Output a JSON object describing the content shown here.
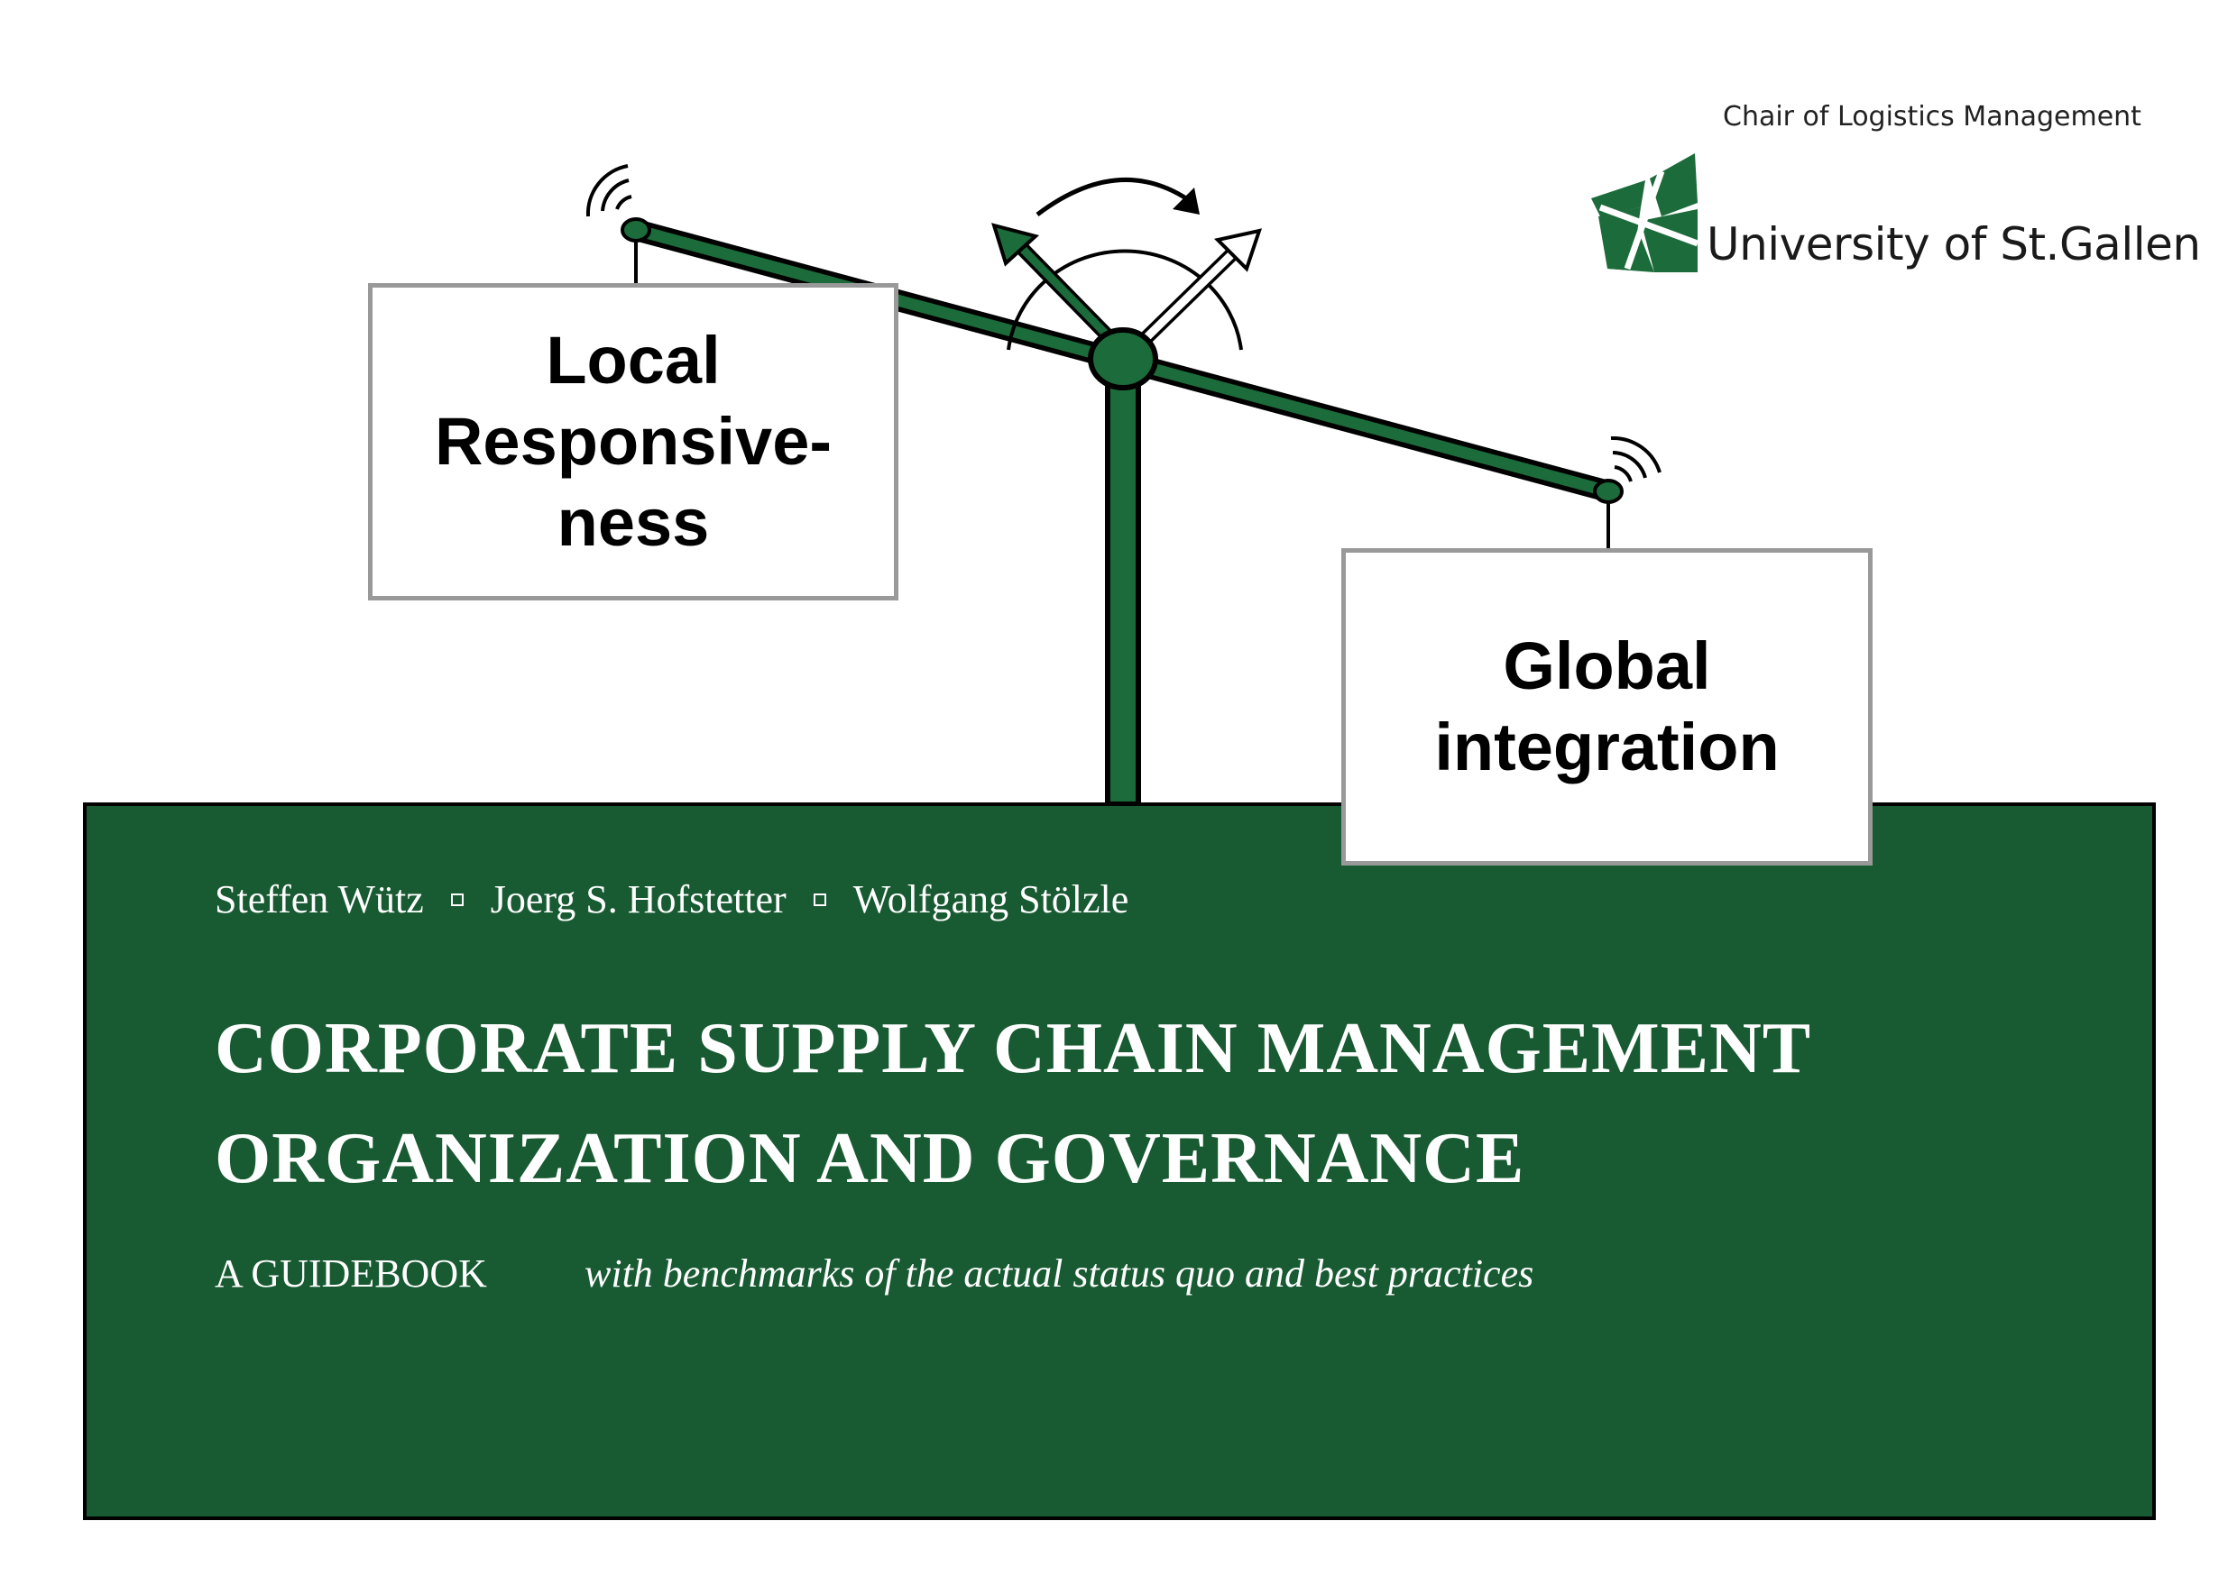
{
  "colors": {
    "brand_green": "#185a32",
    "scale_green": "#1c6b3a",
    "text_on_green": "#ffffff",
    "box_border": "#999999"
  },
  "logo": {
    "chair": "Chair of Logistics Management",
    "university": "University of St.Gallen",
    "mark_icon": "hsg-logo-mark"
  },
  "scale": {
    "left_label": "Local\nResponsive-\nness",
    "right_label": "Global\nintegration",
    "icons": [
      "balance-scale-icon",
      "pivot-arrows-icon",
      "rotation-arrow-icon",
      "signal-wave-icon"
    ]
  },
  "cover": {
    "authors": [
      "Steffen Wütz",
      "Joerg S. Hofstetter",
      "Wolfgang Stölzle"
    ],
    "title_line_1": "CORPORATE SUPPLY CHAIN MANAGEMENT",
    "title_line_2": "ORGANIZATION AND GOVERNANCE",
    "subtitle": "A GUIDEBOOK",
    "tagline": "with benchmarks of the actual status quo and best practices"
  }
}
